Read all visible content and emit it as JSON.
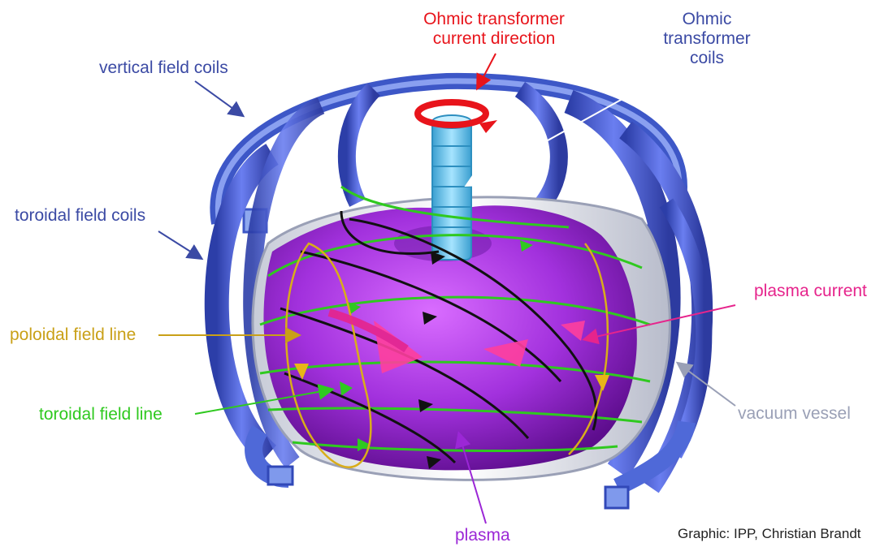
{
  "labels": {
    "ohmic_current_line1": "Ohmic transformer",
    "ohmic_current_line2": "current direction",
    "ohmic_coils_line1": "Ohmic",
    "ohmic_coils_line2": "transformer",
    "ohmic_coils_line3": "coils",
    "vertical_field_coils": "vertical field coils",
    "toroidal_field_coils": "toroidal field coils",
    "plasma_current": "plasma current",
    "poloidal_field_line": "poloidal field line",
    "toroidal_field_line": "toroidal field line",
    "vacuum_vessel": "vacuum vessel",
    "plasma": "plasma"
  },
  "credit": "Graphic: IPP, Christian Brandt",
  "colors": {
    "ohmic_current": "#e8141b",
    "coil_label": "#3b4aa4",
    "plasma_current": "#e6248c",
    "poloidal": "#c9a017",
    "toroidal_line": "#2fc91f",
    "vacuum_vessel": "#9aa0b6",
    "plasma": "#9b27d6",
    "coil_blue": "#4a5fd0",
    "solenoid": "#5fc6ee"
  }
}
